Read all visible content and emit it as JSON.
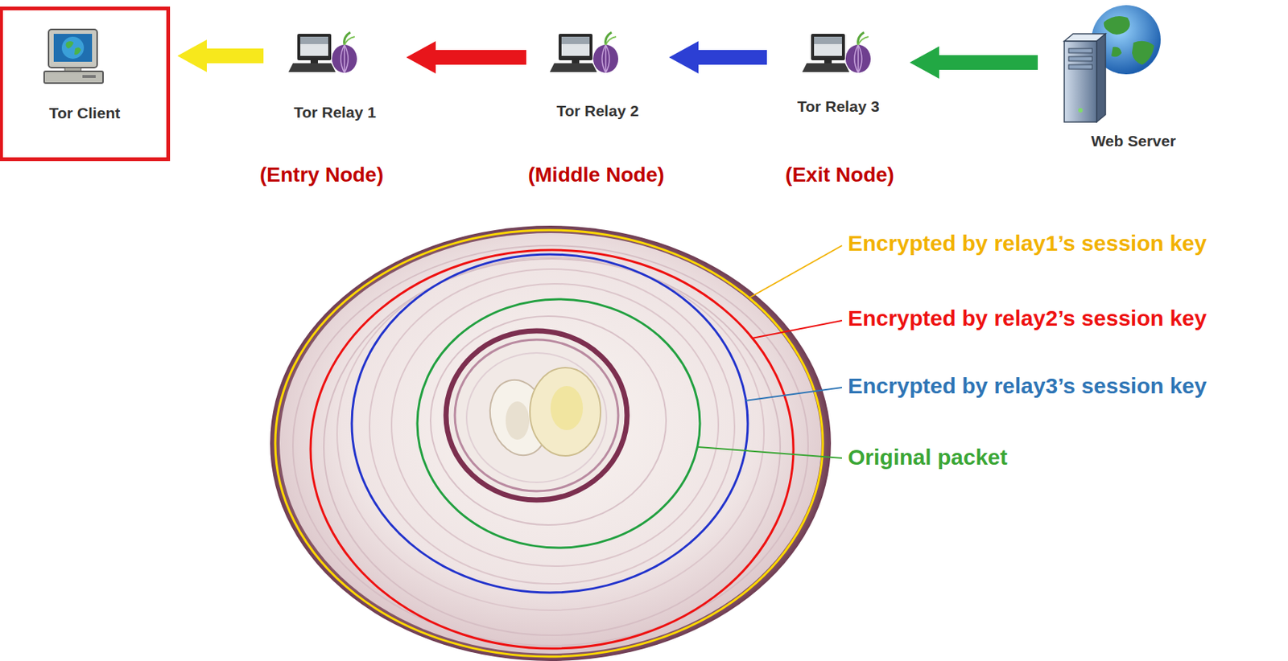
{
  "diagram": {
    "nodes": [
      {
        "text": [
          "Tor Client"
        ]
      },
      {
        "text": [
          "Tor Relay 1"
        ]
      },
      {
        "text": [
          "Tor Relay 2"
        ]
      },
      {
        "text": [
          "Tor Relay 3"
        ]
      },
      {
        "text": [
          "Web Server"
        ]
      }
    ],
    "edges": [
      {
        "from": 4,
        "to": 3,
        "arrow": "to"
      },
      {
        "from": 3,
        "to": 2,
        "arrow": "to"
      },
      {
        "from": 2,
        "to": 1,
        "arrow": "to"
      },
      {
        "from": 1,
        "to": 0,
        "arrow": "to"
      }
    ],
    "labels": [
      "(Entry Node)",
      "(Middle Node)",
      "(Exit Node)",
      "Encrypted by relay1’s session key",
      "Encrypted by relay2’s session key",
      "Encrypted by relay3’s session key",
      "Original packet"
    ]
  }
}
